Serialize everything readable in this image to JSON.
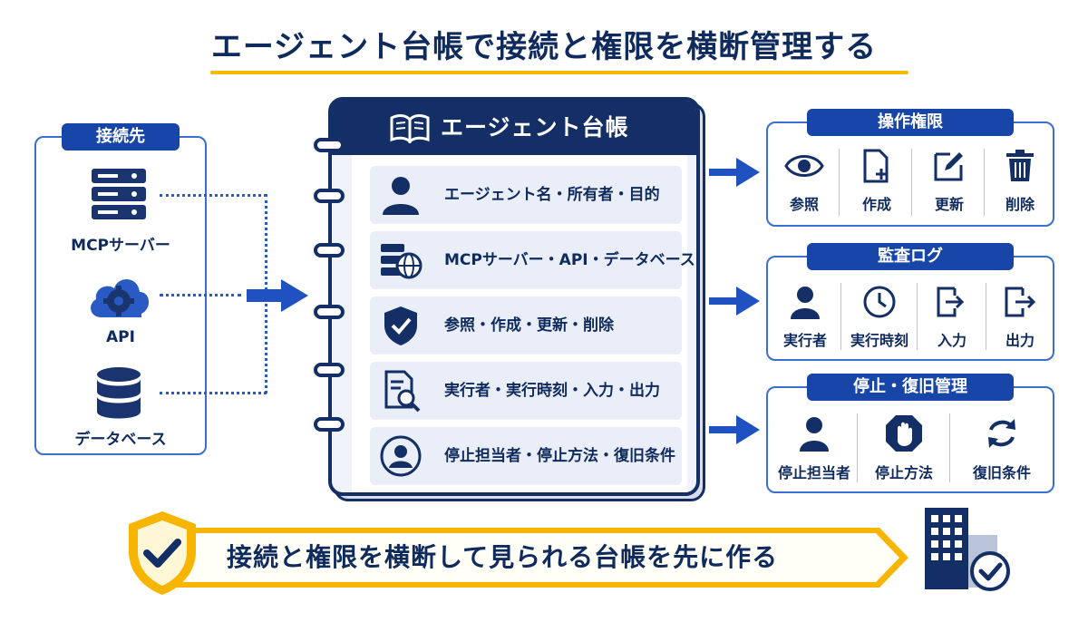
{
  "title": "エージェント台帳で接続と権限を横断管理する",
  "sources": {
    "header": "接続先",
    "items": [
      {
        "label": "MCPサーバー",
        "icon": "server-icon"
      },
      {
        "label": "API",
        "icon": "cloud-gear-icon"
      },
      {
        "label": "データベース",
        "icon": "database-icon"
      }
    ]
  },
  "ledger": {
    "header": "エージェント台帳",
    "header_icon": "book-icon",
    "rows": [
      {
        "label": "エージェント名・所有者・目的",
        "icon": "person-icon"
      },
      {
        "label": "MCPサーバー・API・データベース",
        "icon": "server-globe-icon"
      },
      {
        "label": "参照・作成・更新・削除",
        "icon": "shield-check-icon"
      },
      {
        "label": "実行者・実行時刻・入力・出力",
        "icon": "document-search-icon"
      },
      {
        "label": "停止担当者・停止方法・復旧条件",
        "icon": "user-circle-icon"
      }
    ]
  },
  "groups": [
    {
      "header": "操作権限",
      "items": [
        {
          "label": "参照",
          "icon": "eye-icon"
        },
        {
          "label": "作成",
          "icon": "file-plus-icon"
        },
        {
          "label": "更新",
          "icon": "edit-icon"
        },
        {
          "label": "削除",
          "icon": "trash-icon"
        }
      ]
    },
    {
      "header": "監査ログ",
      "items": [
        {
          "label": "実行者",
          "icon": "person-icon"
        },
        {
          "label": "実行時刻",
          "icon": "clock-icon"
        },
        {
          "label": "入力",
          "icon": "input-icon"
        },
        {
          "label": "出力",
          "icon": "output-icon"
        }
      ]
    },
    {
      "header": "停止・復旧管理",
      "items": [
        {
          "label": "停止担当者",
          "icon": "person-icon"
        },
        {
          "label": "停止方法",
          "icon": "stop-hand-icon"
        },
        {
          "label": "復旧条件",
          "icon": "refresh-icon"
        }
      ]
    }
  ],
  "banner": {
    "text": "接続と権限を横断して見られる台帳を先に作る",
    "left_icon": "shield-check-icon",
    "right_icon": "building-check-icon"
  },
  "colors": {
    "navy": "#132f66",
    "blue": "#1846a8",
    "accent_yellow": "#f5b800"
  }
}
